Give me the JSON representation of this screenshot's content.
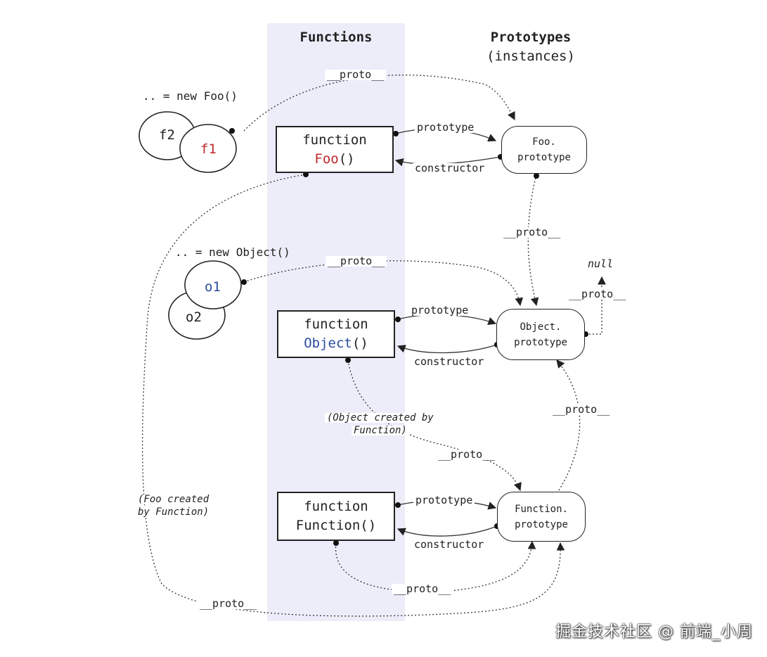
{
  "headers": {
    "functions": "Functions",
    "prototypes": "Prototypes",
    "instances": "(instances)"
  },
  "instances": {
    "new_foo": ".. = new Foo()",
    "new_object": ".. = new Object()",
    "f1": "f1",
    "f2": "f2",
    "o1": "o1",
    "o2": "o2"
  },
  "function_boxes": {
    "foo": {
      "line1": "function",
      "name": "Foo",
      "parens": "()"
    },
    "object": {
      "line1": "function",
      "name": "Object",
      "parens": "()"
    },
    "function": {
      "line1": "function",
      "name": "Function()"
    }
  },
  "prototype_boxes": {
    "foo": {
      "line1": "Foo.",
      "line2": "prototype"
    },
    "object": {
      "line1": "Object.",
      "line2": "prototype"
    },
    "function": {
      "line1": "Function.",
      "line2": "prototype"
    }
  },
  "edge_labels": {
    "proto": "__proto__",
    "prototype": "prototype",
    "constructor": "constructor",
    "null": "null",
    "object_created": "(Object created by",
    "object_created2": "Function)",
    "foo_created": "(Foo created",
    "foo_created2": "by Function)"
  },
  "colors": {
    "functions_band": "#ecedf9",
    "foo_red": "#c0282a",
    "object_blue": "#2a4d9c"
  },
  "watermark": "掘金技术社区 @ 前端_小周"
}
